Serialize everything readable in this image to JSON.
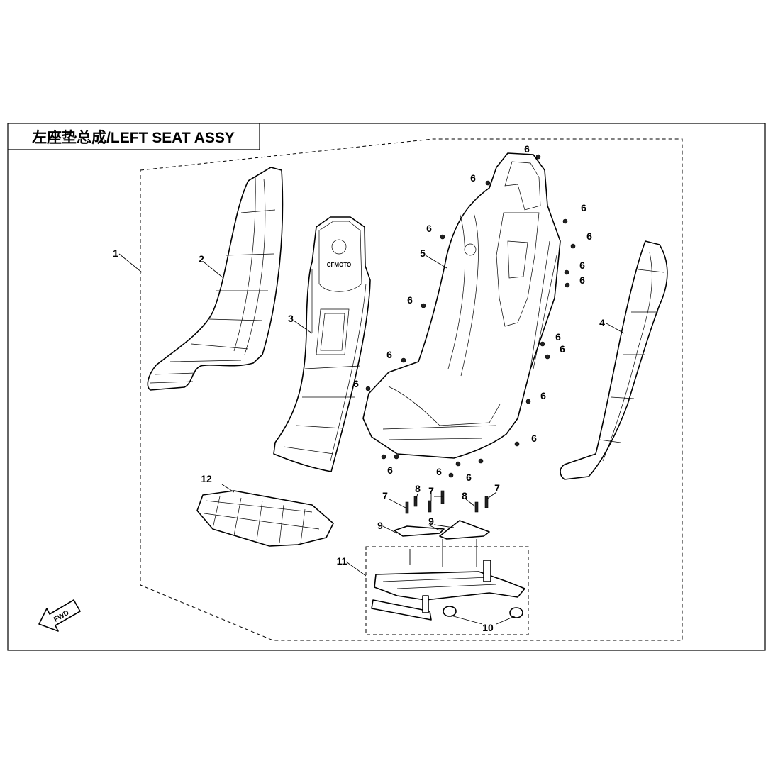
{
  "title": "左座垫总成/LEFT SEAT ASSY",
  "fwd_label": "FWD",
  "seat_logo_text": "CFMOTO",
  "callouts": [
    {
      "id": "1",
      "label": "1"
    },
    {
      "id": "2",
      "label": "2"
    },
    {
      "id": "3",
      "label": "3"
    },
    {
      "id": "4",
      "label": "4"
    },
    {
      "id": "5",
      "label": "5"
    },
    {
      "id": "6",
      "label": "6"
    },
    {
      "id": "7",
      "label": "7"
    },
    {
      "id": "8",
      "label": "8"
    },
    {
      "id": "9",
      "label": "9"
    },
    {
      "id": "10",
      "label": "10"
    },
    {
      "id": "11",
      "label": "11"
    },
    {
      "id": "12",
      "label": "12"
    }
  ]
}
